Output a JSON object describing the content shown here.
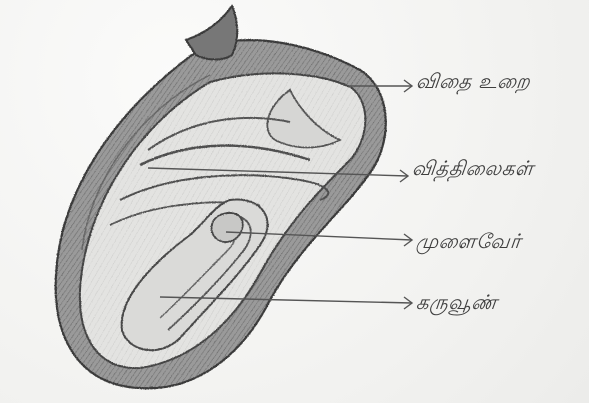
{
  "labels": {
    "seed_coat": "விதை உறை",
    "cotyledons": "வித்திலைகள்",
    "radicle": "முளைவேர்",
    "embryo": "கருவூண்"
  }
}
